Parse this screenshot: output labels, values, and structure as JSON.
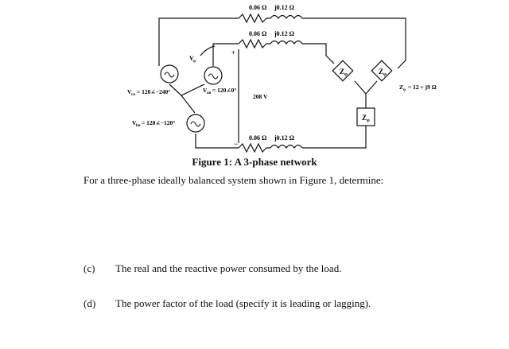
{
  "figure": {
    "line_top_imp": "0.06 Ω    j0.12 Ω",
    "line_mid_imp": "0.06 Ω    j0.12 Ω",
    "line_bot_imp": "0.06 Ω    j0.12 Ω",
    "line_top_r": "0.06 Ω",
    "line_top_x": "j0.12 Ω",
    "line_mid_r": "0.06 Ω",
    "line_mid_x": "j0.12 Ω",
    "line_bot_r": "0.06 Ω",
    "line_bot_x": "j0.12 Ω",
    "v_cn": "V",
    "v_cn_sub": "cn",
    "v_cn_val": "= 120∠−240°",
    "v_an": "V",
    "v_an_sub": "an",
    "v_an_val": "= 120∠0°",
    "v_bn": "V",
    "v_bn_sub": "bn",
    "v_bn_val": "= 120∠−120°",
    "v_phi": "V",
    "v_phi_sub": "φ",
    "v_line": "208 V",
    "z_load": "Z",
    "z_load_sub": "φ",
    "z_value": "= 12 + j9 Ω",
    "plus": "+",
    "minus": "−"
  },
  "caption": "Figure 1: A 3-phase network",
  "intro": "For a three-phase ideally balanced system shown in Figure 1, determine:",
  "questions": [
    {
      "label": "(c)",
      "text": "The real and the reactive power consumed by the load."
    },
    {
      "label": "(d)",
      "text": "The power factor of the load (specify it is leading or lagging)."
    }
  ]
}
